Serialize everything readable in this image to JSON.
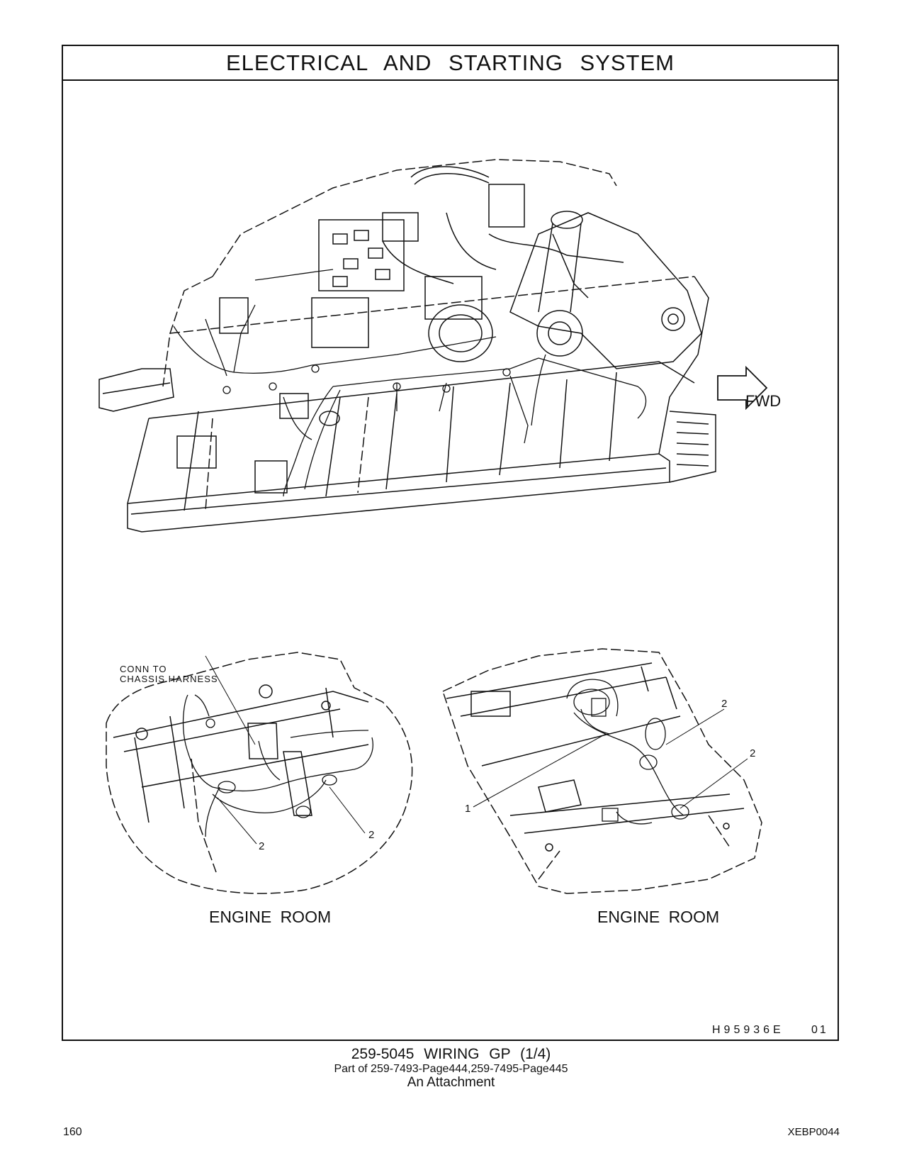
{
  "header": {
    "title": "ELECTRICAL AND STARTING SYSTEM"
  },
  "drawing": {
    "fwd_label": "FWD",
    "callouts": {
      "conn_line1": "CONN TO",
      "conn_line2": "CHASSIS HARNESS",
      "left_2a": "2",
      "left_2b": "2",
      "right_1": "1",
      "right_2a": "2",
      "right_2b": "2"
    },
    "left_view_label": "ENGINE ROOM",
    "right_view_label": "ENGINE ROOM",
    "figure_id": "H95936E",
    "figure_rev": "01"
  },
  "caption": {
    "part_title": "259-5045  WIRING GP (1/4)",
    "part_of": "Part of 259-7493-Page444,259-7495-Page445",
    "attachment": "An Attachment"
  },
  "footer": {
    "page_number": "160",
    "document_id": "XEBP0044"
  }
}
